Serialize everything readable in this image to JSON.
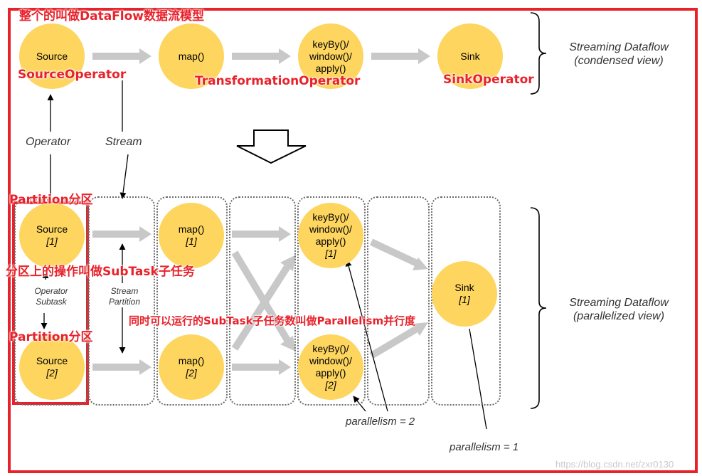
{
  "condensed": {
    "nodes": {
      "source": "Source",
      "map": "map()",
      "keyby_lines": [
        "keyBy()/",
        "window()/",
        "apply()"
      ],
      "sink": "Sink"
    },
    "view_label": [
      "Streaming Dataflow",
      "(condensed view)"
    ]
  },
  "labels": {
    "operator": "Operator",
    "stream": "Stream",
    "operator_subtask": [
      "Operator",
      "Subtask"
    ],
    "stream_partition": [
      "Stream",
      "Partition"
    ],
    "parallelism_2": "parallelism = 2",
    "parallelism_1": "parallelism = 1"
  },
  "parallel": {
    "source_1": {
      "name": "Source",
      "index": "[1]"
    },
    "source_2": {
      "name": "Source",
      "index": "[2]"
    },
    "map_1": {
      "name": "map()",
      "index": "[1]"
    },
    "map_2": {
      "name": "map()",
      "index": "[2]"
    },
    "keyby_1": {
      "lines": [
        "keyBy()/",
        "window()/",
        "apply()"
      ],
      "index": "[1]"
    },
    "keyby_2": {
      "lines": [
        "keyBy()/",
        "window()/",
        "apply()"
      ],
      "index": "[2]"
    },
    "sink_1": {
      "name": "Sink",
      "index": "[1]"
    },
    "view_label": [
      "Streaming Dataflow",
      "(parallelized view)"
    ]
  },
  "annotations": {
    "dataflow_model": "整个的叫做DataFlow数据流模型",
    "source_operator": "SourceOperator",
    "transformation_operator": "TransformationOperator",
    "sink_operator": "SinkOperator",
    "partition_top": "Partition分区",
    "subtask": "分区上的操作叫做SubTask子任务",
    "partition_bottom": "Partition分区",
    "parallelism_note": "同时可以运行的SubTask子任务数叫做Parallelism并行度"
  },
  "watermark": "https://blog.csdn.net/zxr0130",
  "colors": {
    "node_fill": "#fdd55f",
    "flow_arrow": "#c8c8c8",
    "annotation_red": "#e8222b"
  }
}
